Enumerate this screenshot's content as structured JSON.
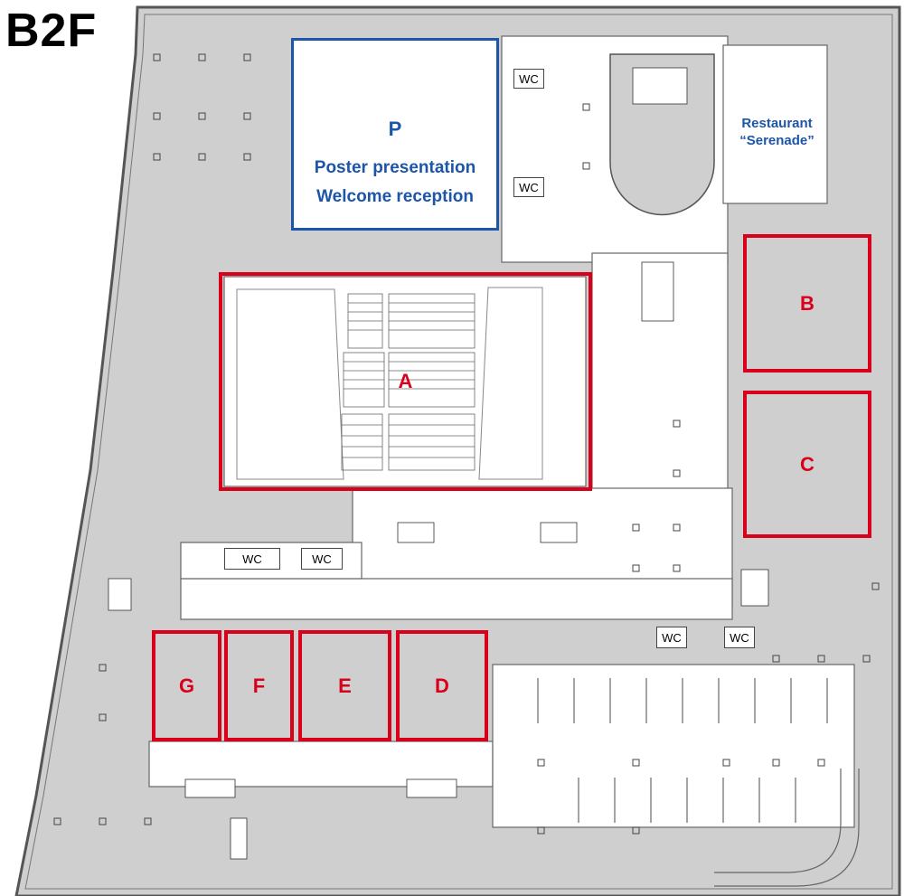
{
  "floor": {
    "title": "B2F"
  },
  "rooms": {
    "A": "A",
    "B": "B",
    "C": "C",
    "D": "D",
    "E": "E",
    "F": "F",
    "G": "G"
  },
  "poster_hall": {
    "letter": "P",
    "line1": "Poster presentation",
    "line2": "Welcome reception"
  },
  "restaurant": {
    "line1": "Restaurant",
    "line2": "“Serenade”"
  },
  "restrooms": {
    "label": "WC"
  },
  "colors": {
    "room_outline": "#d9001b",
    "poster_outline": "#1d56a8",
    "floor_fill": "#cfcfcf",
    "corridor_fill": "#ffffff",
    "wall": "#555555"
  }
}
